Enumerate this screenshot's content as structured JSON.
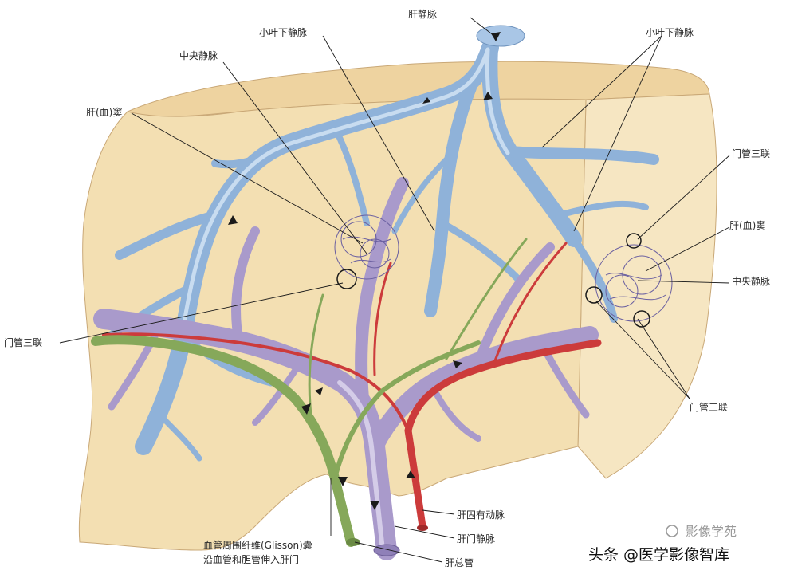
{
  "labels": {
    "hepatic_vein": "肝静脉",
    "sublobular_vein_left": "小叶下静脉",
    "sublobular_vein_right": "小叶下静脉",
    "central_vein_left": "中央静脉",
    "central_vein_right": "中央静脉",
    "sinusoid_left": "肝(血)窦",
    "sinusoid_right": "肝(血)窦",
    "portal_triad_left": "门管三联",
    "portal_triad_right_top": "门管三联",
    "portal_triad_right_bottom": "门管三联",
    "proper_hepatic_artery": "肝固有动脉",
    "hepatic_portal_vein": "肝门静脉",
    "common_hepatic_duct": "肝总管",
    "glisson_line1": "血管周围纤维(Glisson)囊",
    "glisson_line2": "沿血管和胆管伸入肝门"
  },
  "watermark": {
    "text": "头条 @医学影像智库",
    "faint": "影像学苑"
  },
  "colors": {
    "liver_face": "#f3dfb2",
    "liver_top": "#eed3a0",
    "liver_side": "#f6e6c2",
    "hepatic_vein": "#8fb2d9",
    "portal_vein": "#a99acb",
    "artery": "#cc3b3b",
    "bile_duct": "#86a85a"
  }
}
